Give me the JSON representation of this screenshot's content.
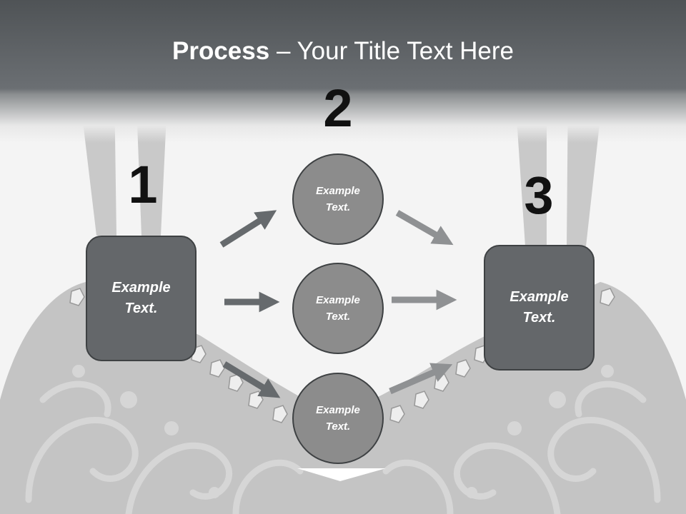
{
  "title": {
    "bold": "Process",
    "rest": " – Your Title Text Here"
  },
  "steps": {
    "one": {
      "number": "1",
      "line1": "Example",
      "line2": "Text."
    },
    "two_number": "2",
    "three": {
      "number": "3",
      "line1": "Example",
      "line2": "Text."
    }
  },
  "circles": [
    {
      "line1": "Example",
      "line2": "Text."
    },
    {
      "line1": "Example",
      "line2": "Text."
    },
    {
      "line1": "Example",
      "line2": "Text."
    }
  ],
  "colors": {
    "title_bar": "#5f6366",
    "box_fill": "#64676a",
    "circle_fill": "#8c8c8c",
    "arrow_dark": "#666a6d",
    "arrow_light": "#8f9193"
  }
}
